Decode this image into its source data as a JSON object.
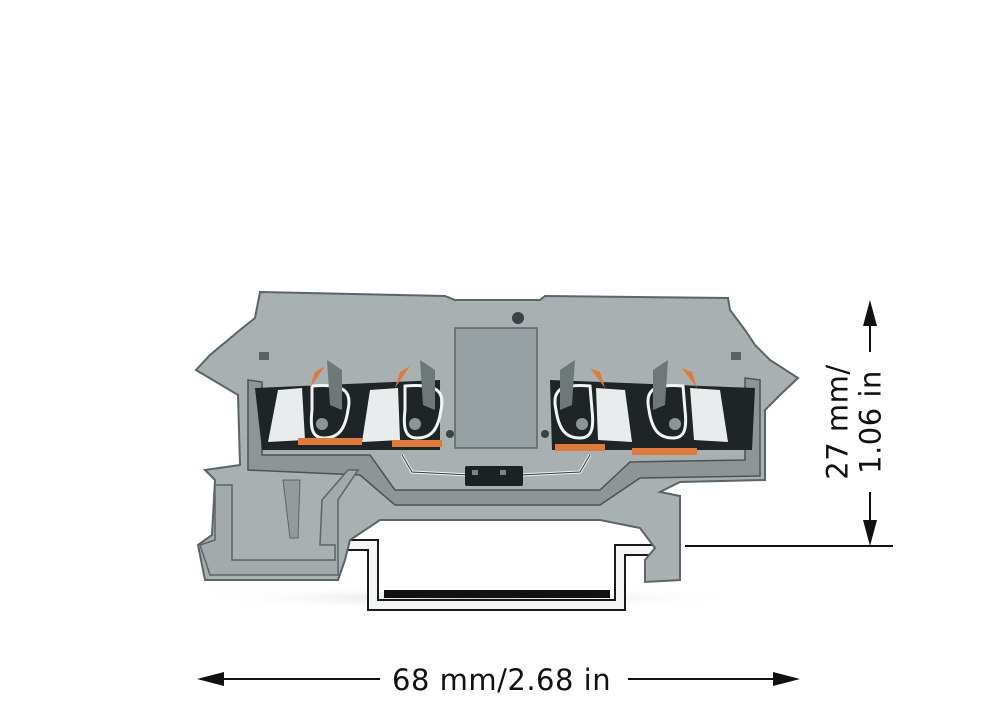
{
  "figure": {
    "subject": "terminal block with diode, DIN-rail mount, side view",
    "colors": {
      "housing": "#a9b0b2",
      "housing_shadow": "#7f888a",
      "clamp_orange": "#e07a3c",
      "metal_white": "#e8ecec",
      "outline": "#1a1a1a",
      "diode_body": "#1c2224"
    },
    "clamps": [
      {
        "id": 1,
        "position": "left-outer"
      },
      {
        "id": 2,
        "position": "left-inner"
      },
      {
        "id": 3,
        "position": "right-inner"
      },
      {
        "id": 4,
        "position": "right-outer"
      }
    ]
  },
  "dimensions": {
    "width": {
      "label": "68 mm/2.68 in",
      "mm": 68,
      "in": 2.68
    },
    "height": {
      "label_line1": "27 mm/",
      "label_line2": "1.06 in",
      "mm": 27,
      "in": 1.06
    }
  }
}
